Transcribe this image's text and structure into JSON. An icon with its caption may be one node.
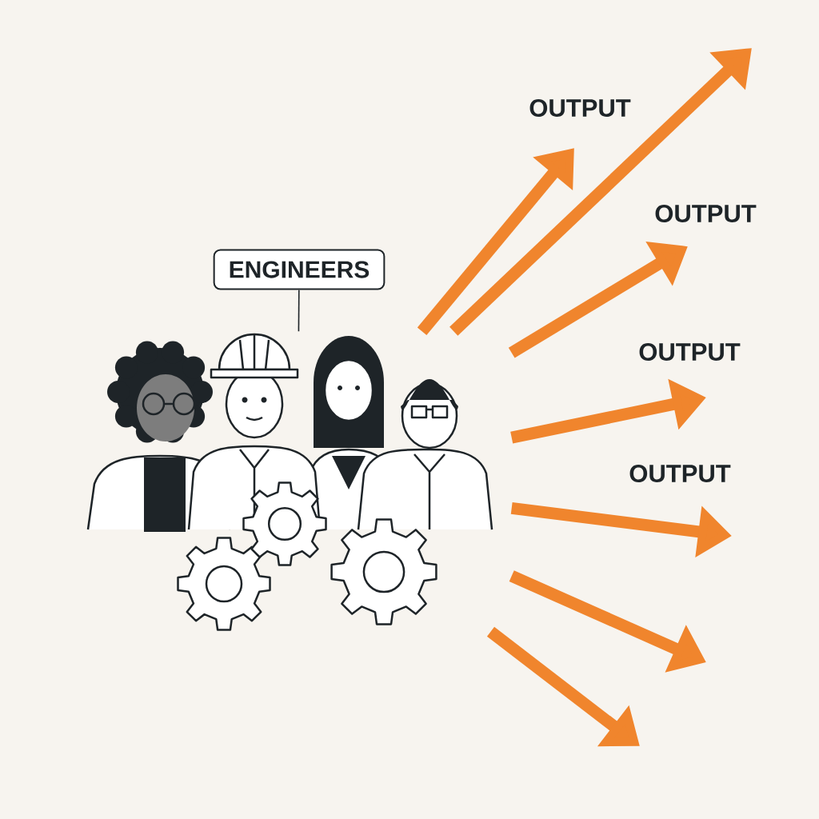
{
  "diagram": {
    "nodes": [
      {
        "text": [
          "ENGINEERS"
        ]
      },
      {
        "text": [],
        "shape": "picture"
      }
    ],
    "edges": [
      {
        "from": 0,
        "to": 1,
        "arrow": "none",
        "color": "#1e2428"
      },
      {
        "from": 1,
        "to": null,
        "arrow": "to"
      },
      {
        "from": 1,
        "to": null,
        "arrow": "to"
      },
      {
        "from": 1,
        "to": null,
        "arrow": "to"
      },
      {
        "from": 1,
        "to": null,
        "arrow": "to"
      },
      {
        "from": 1,
        "to": null,
        "arrow": "to"
      },
      {
        "from": 1,
        "to": null,
        "arrow": "to"
      },
      {
        "from": 1,
        "to": null,
        "arrow": "to"
      }
    ],
    "labels": [
      "OUTPUT",
      "OUTPUT",
      "OUTPUT",
      "OUTPUT"
    ]
  }
}
